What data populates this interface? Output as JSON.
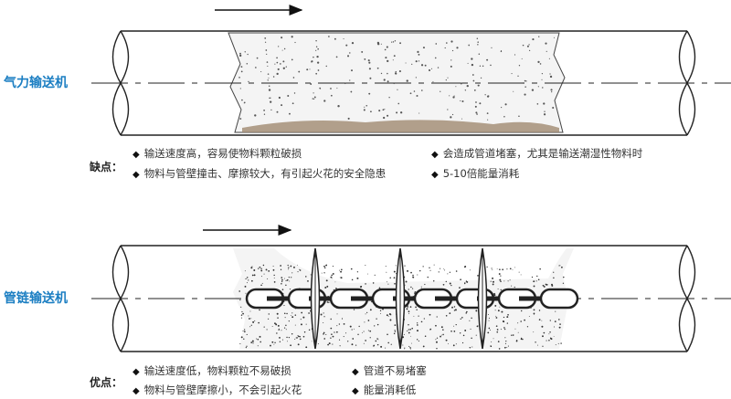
{
  "pneumatic": {
    "title": "气力输送机",
    "heading": "缺点：",
    "items": [
      "输送速度高，容易使物料颗粒破损",
      "会造成管道堵塞，尤其是输送潮湿性物料时",
      "物料与管壁撞击、摩擦较大，有引起火花的安全隐患",
      "5-10倍能量消耗"
    ]
  },
  "tubular_chain": {
    "title": "管链输送机",
    "heading": "优点：",
    "items": [
      "输送速度低，物料颗粒不易破损",
      "管道不易堵塞",
      "物料与管壁摩擦小，不会引起火花",
      "能量消耗低"
    ]
  },
  "bullet": "◆",
  "colors": {
    "label": "#1b7ec2",
    "line": "#222222"
  }
}
